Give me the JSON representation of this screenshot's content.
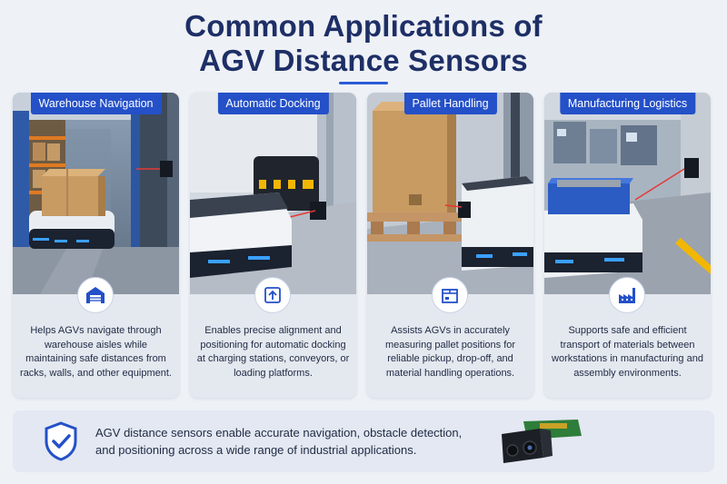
{
  "header": {
    "title_line1": "Common Applications of",
    "title_line2": "AGV Distance Sensors"
  },
  "cards": [
    {
      "label": "Warehouse Navigation",
      "icon": "warehouse-icon",
      "description": "Helps AGVs navigate through warehouse aisles while maintaining safe distances from racks, walls, and other equipment."
    },
    {
      "label": "Automatic Docking",
      "icon": "docking-icon",
      "description": "Enables precise alignment and positioning for automatic docking at charging stations, conveyors, or loading platforms."
    },
    {
      "label": "Pallet Handling",
      "icon": "package-icon",
      "description": "Assists AGVs in accurately measuring pallet positions for reliable pickup, drop-off, and material handling operations."
    },
    {
      "label": "Manufacturing Logistics",
      "icon": "factory-icon",
      "description": "Supports safe and efficient transport of materials between workstations in manufacturing and assembly environments."
    }
  ],
  "banner": {
    "icon": "shield-check-icon",
    "text": "AGV distance sensors enable accurate navigation, obstacle detection, and positioning across a wide range of industrial applications.",
    "image": "laser-sensor-module"
  },
  "colors": {
    "title": "#1e2f66",
    "accent": "#2450c8",
    "laser": "#e53935",
    "agv_light": "#3aa0ff"
  }
}
